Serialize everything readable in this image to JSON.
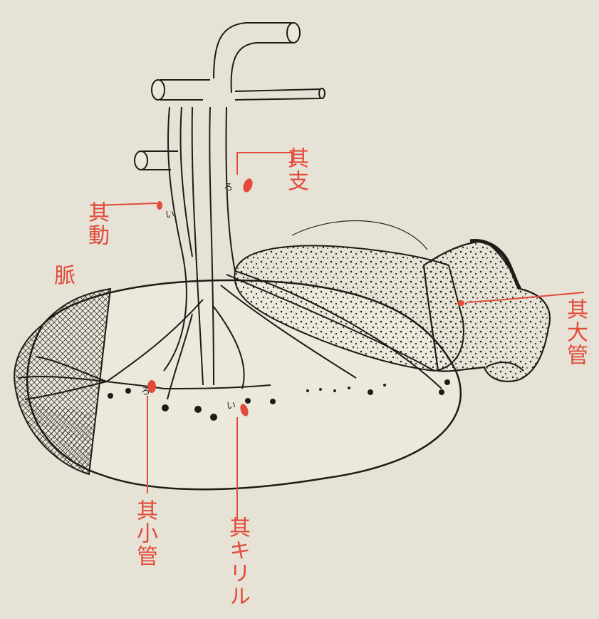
{
  "labels": {
    "branch": "其支",
    "artery_line1": "其動",
    "artery_line2": "脈",
    "large_duct": "其大管",
    "small_duct": "其小管",
    "capillary": "其キリル"
  },
  "markers": {
    "ro_upper": "ろ",
    "i_upper": "い",
    "ro_lower": "ろ",
    "i_lower": "い"
  },
  "colors": {
    "paper": "#e6e3d6",
    "ink": "#1f1c18",
    "annotation_red": "#e24a3a"
  }
}
